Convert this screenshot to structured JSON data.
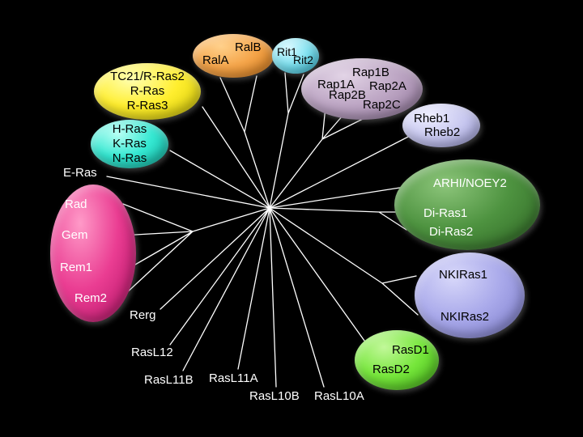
{
  "diagram": {
    "type": "unrooted-phylogenetic-tree",
    "subject": "Ras superfamily small GTPases",
    "background": "#000000",
    "branch_color": "#ffffff"
  },
  "groups": {
    "ral": {
      "color": "#f5a54a",
      "labels": {
        "ralb": "RalB",
        "rala": "RalA"
      }
    },
    "rit": {
      "color": "#7fe3f2",
      "labels": {
        "rit1": "Rit1",
        "rit2": "Rit2"
      }
    },
    "rras": {
      "color": "#ffee2e",
      "lines": [
        "TC21/R-Ras2",
        "R-Ras",
        "R-Ras3"
      ]
    },
    "rap": {
      "color": "#bda6c4",
      "labels": {
        "rap1b": "Rap1B",
        "rap1a": "Rap1A",
        "rap2a": "Rap2A",
        "rap2b": "Rap2B",
        "rap2c": "Rap2C"
      }
    },
    "rheb": {
      "color": "#c9c9f0",
      "labels": {
        "rheb1": "Rheb1",
        "rheb2": "Rheb2"
      }
    },
    "classic_ras": {
      "color": "#35e8d2",
      "lines": [
        "H-Ras",
        "K-Ras",
        "N-Ras"
      ]
    },
    "arhi_diras": {
      "color": "#4e9340",
      "labels": {
        "arhi": "ARHI/NOEY2",
        "diras1": "Di-Ras1",
        "diras2": "Di-Ras2"
      }
    },
    "rgk": {
      "color": "#ea3d92",
      "labels": {
        "rad": "Rad",
        "gem": "Gem",
        "rem1": "Rem1",
        "rem2": "Rem2"
      }
    },
    "nkiras": {
      "color": "#a9a9ea",
      "labels": {
        "nkiras1": "NKIRas1",
        "nkiras2": "NKIRas2"
      }
    },
    "rasd": {
      "color": "#77e73c",
      "labels": {
        "rasd1": "RasD1",
        "rasd2": "RasD2"
      }
    }
  },
  "free_labels": {
    "eras": "E-Ras",
    "rerg": "Rerg",
    "rasl12": "RasL12",
    "rasl11b": "RasL11B",
    "rasl11a": "RasL11A",
    "rasl10b": "RasL10B",
    "rasl10a": "RasL10A"
  }
}
